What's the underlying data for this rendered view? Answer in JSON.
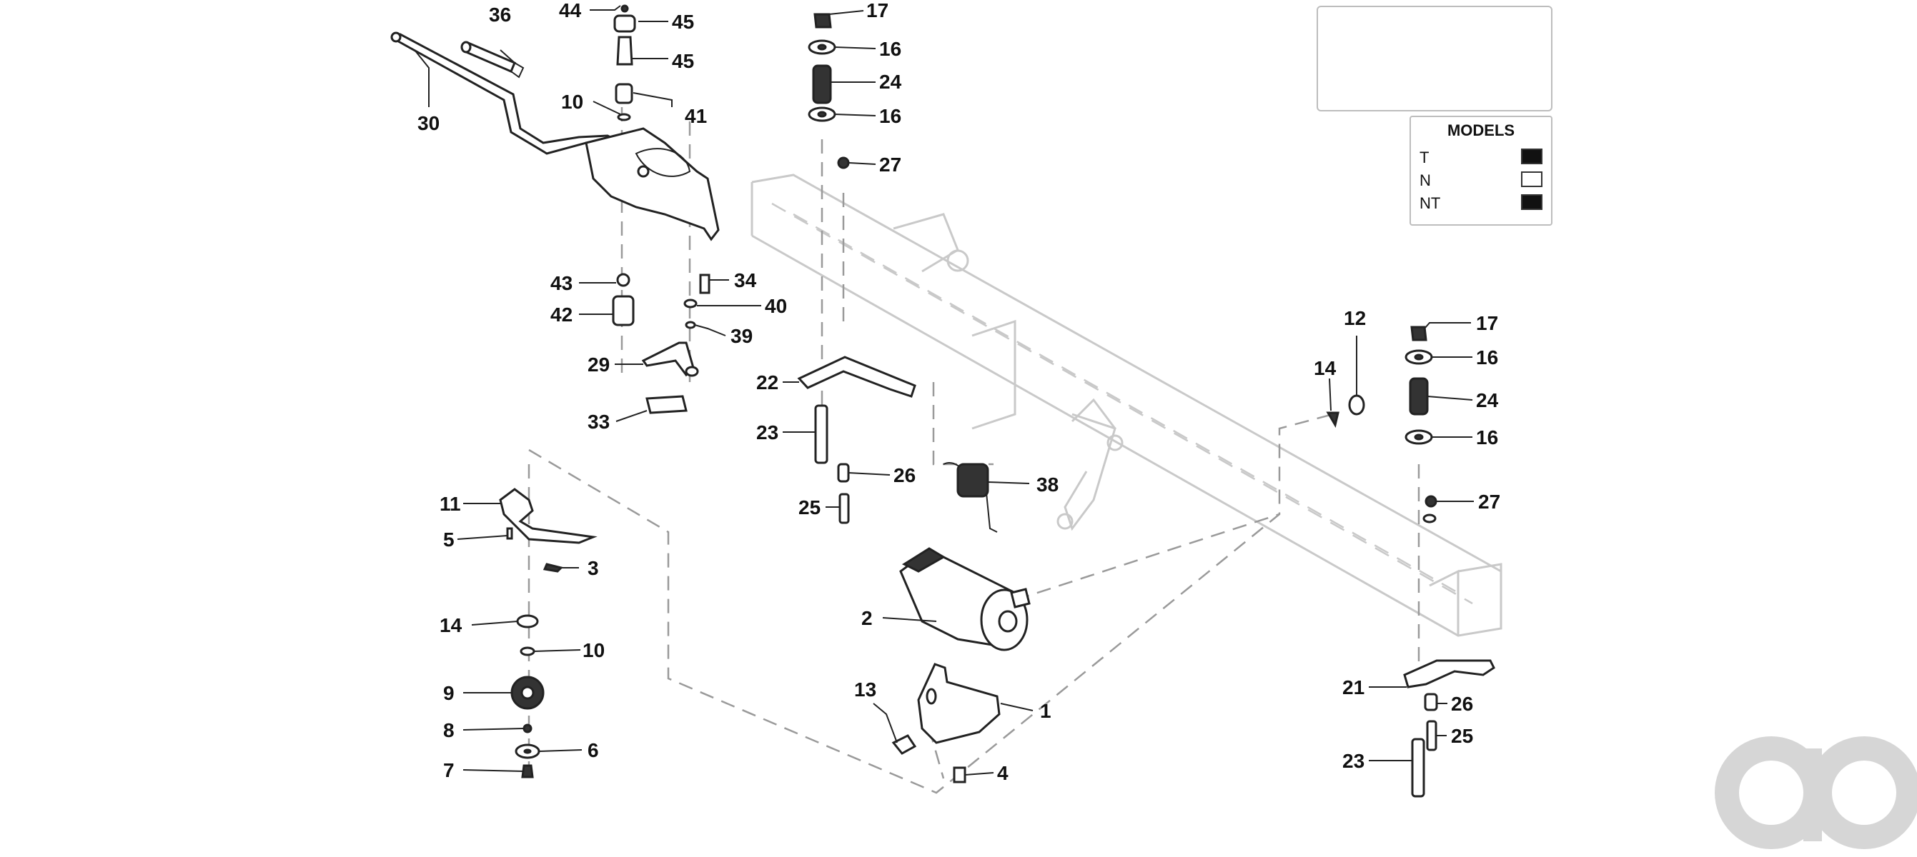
{
  "models": {
    "title": "MODELS",
    "rows": [
      {
        "name": "T",
        "color": "#111111"
      },
      {
        "name": "N",
        "color": "#ffffff"
      },
      {
        "name": "NT",
        "color": "#111111"
      }
    ]
  },
  "callouts": {
    "c44": "44",
    "c45a": "45",
    "c45b": "45",
    "c36": "36",
    "c30": "30",
    "c10a": "10",
    "c41": "41",
    "c43": "43",
    "c42": "42",
    "c34": "34",
    "c40": "40",
    "c39": "39",
    "c29": "29",
    "c33": "33",
    "c17a": "17",
    "c16a": "16",
    "c24a": "24",
    "c16b": "16",
    "c27a": "27",
    "c22": "22",
    "c23a": "23",
    "c26a": "26",
    "c25a": "25",
    "c38": "38",
    "c11": "11",
    "c5": "5",
    "c3": "3",
    "c14a": "14",
    "c10b": "10",
    "c9": "9",
    "c8": "8",
    "c6": "6",
    "c7": "7",
    "c2": "2",
    "c13": "13",
    "c1": "1",
    "c4": "4",
    "c12": "12",
    "c14b": "14",
    "c17b": "17",
    "c16c": "16",
    "c24b": "24",
    "c16d": "16",
    "c27b": "27",
    "c21": "21",
    "c26b": "26",
    "c25b": "25",
    "c23b": "23"
  },
  "logo": {
    "text": "ao",
    "color": "#d6d6d6"
  }
}
